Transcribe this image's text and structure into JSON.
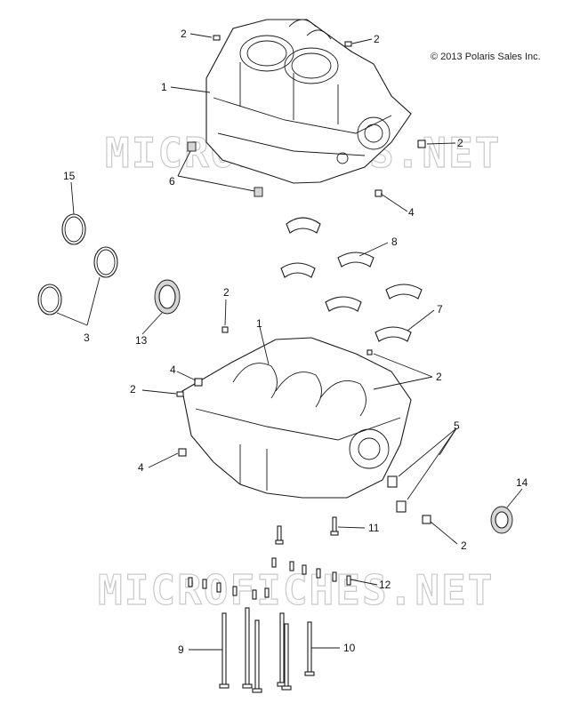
{
  "copyright": "© 2013 Polaris Sales Inc.",
  "watermark": "MICROFICHES.NET",
  "callouts": {
    "c1_top": "1",
    "c1_mid": "1",
    "c2_a": "2",
    "c2_b": "2",
    "c2_c": "2",
    "c2_d": "2",
    "c2_e": "2",
    "c2_f": "2",
    "c2_g": "2",
    "c3": "3",
    "c4_a": "4",
    "c4_b": "4",
    "c4_c": "4",
    "c5": "5",
    "c6": "6",
    "c7": "7",
    "c8": "8",
    "c9": "9",
    "c10": "10",
    "c11": "11",
    "c12": "12",
    "c13": "13",
    "c14": "14",
    "c15": "15"
  },
  "colors": {
    "line": "#1a1a1a",
    "watermark": "#c9c9c9",
    "shade": "#d6d6d6"
  }
}
